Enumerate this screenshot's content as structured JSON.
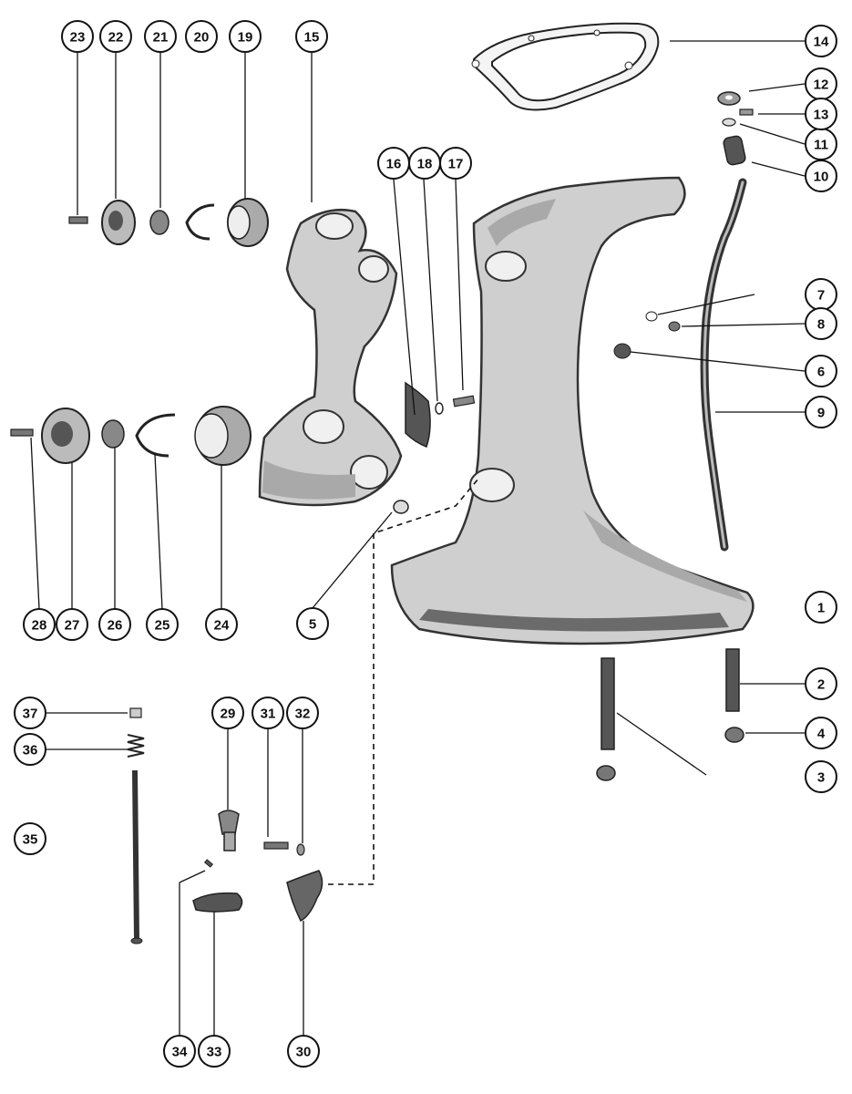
{
  "diagram": {
    "callouts": [
      {
        "id": "c1",
        "label": "1"
      },
      {
        "id": "c2",
        "label": "2"
      },
      {
        "id": "c3",
        "label": "3"
      },
      {
        "id": "c4",
        "label": "4"
      },
      {
        "id": "c5",
        "label": "5"
      },
      {
        "id": "c6",
        "label": "6"
      },
      {
        "id": "c7",
        "label": "7"
      },
      {
        "id": "c8",
        "label": "8"
      },
      {
        "id": "c9",
        "label": "9"
      },
      {
        "id": "c10",
        "label": "10"
      },
      {
        "id": "c11",
        "label": "11"
      },
      {
        "id": "c12",
        "label": "12"
      },
      {
        "id": "c13",
        "label": "13"
      },
      {
        "id": "c14",
        "label": "14"
      },
      {
        "id": "c15",
        "label": "15"
      },
      {
        "id": "c16",
        "label": "16"
      },
      {
        "id": "c17",
        "label": "17"
      },
      {
        "id": "c18",
        "label": "18"
      },
      {
        "id": "c19",
        "label": "19"
      },
      {
        "id": "c20",
        "label": "20"
      },
      {
        "id": "c21",
        "label": "21"
      },
      {
        "id": "c22",
        "label": "22"
      },
      {
        "id": "c23",
        "label": "23"
      },
      {
        "id": "c24",
        "label": "24"
      },
      {
        "id": "c25",
        "label": "25"
      },
      {
        "id": "c26",
        "label": "26"
      },
      {
        "id": "c27",
        "label": "27"
      },
      {
        "id": "c28",
        "label": "28"
      },
      {
        "id": "c29",
        "label": "29"
      },
      {
        "id": "c30",
        "label": "30"
      },
      {
        "id": "c31",
        "label": "31"
      },
      {
        "id": "c32",
        "label": "32"
      },
      {
        "id": "c33",
        "label": "33"
      },
      {
        "id": "c34",
        "label": "34"
      },
      {
        "id": "c35",
        "label": "35"
      },
      {
        "id": "c36",
        "label": "36"
      },
      {
        "id": "c37",
        "label": "37"
      }
    ]
  }
}
